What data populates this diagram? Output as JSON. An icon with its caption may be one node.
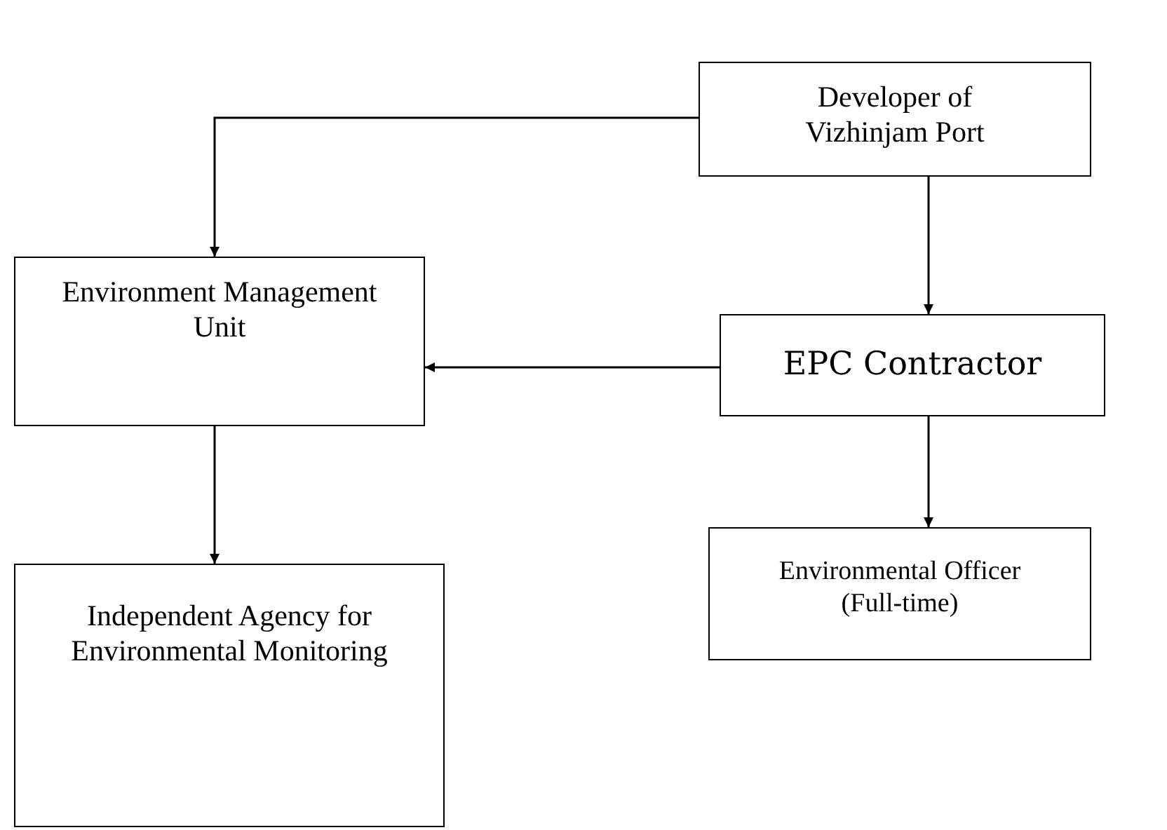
{
  "diagram": {
    "nodes": [
      {
        "text": [
          "Developer of Vizhinjam Port"
        ]
      },
      {
        "text": [
          "Environment Management Unit"
        ]
      },
      {
        "text": [
          "EPC Contractor"
        ]
      },
      {
        "text": [
          "Independent Agency for Environmental Monitoring"
        ]
      },
      {
        "text": [
          "Environmental Officer (Full-time)"
        ]
      }
    ],
    "edges": [
      {
        "from": 0,
        "to": 1,
        "arrow": "to"
      },
      {
        "from": 0,
        "to": 2,
        "arrow": "to"
      },
      {
        "from": 2,
        "to": 1,
        "arrow": "to"
      },
      {
        "from": 1,
        "to": 3,
        "arrow": "to"
      },
      {
        "from": 2,
        "to": 4,
        "arrow": "to"
      }
    ]
  }
}
